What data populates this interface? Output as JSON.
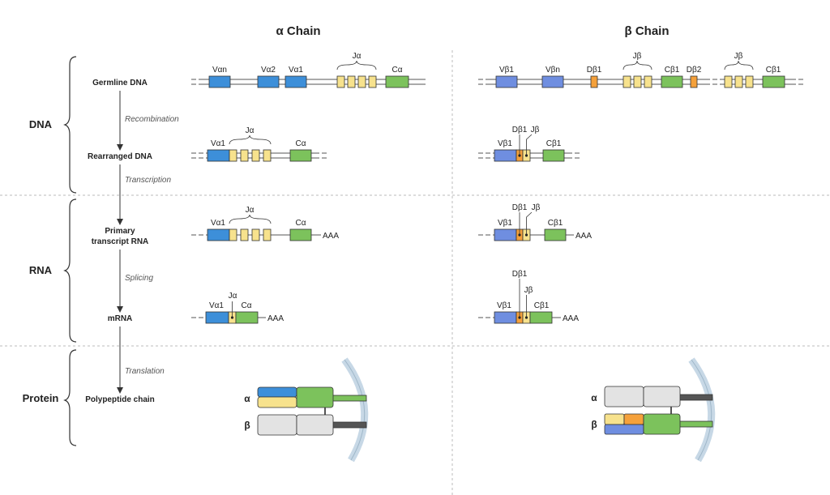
{
  "headers": {
    "alpha": "α Chain",
    "beta": "β Chain"
  },
  "sections": {
    "dna": "DNA",
    "rna": "RNA",
    "protein": "Protein"
  },
  "stages": {
    "germline": "Germline DNA",
    "rearranged": "Rearranged DNA",
    "primary_1": "Primary",
    "primary_2": "transcript RNA",
    "mrna": "mRNA",
    "polypeptide": "Polypeptide chain"
  },
  "processes": {
    "recombination": "Recombination",
    "transcription": "Transcription",
    "splicing": "Splicing",
    "translation": "Translation"
  },
  "segments": {
    "va_n": "Vαn",
    "va_2": "Vα2",
    "va_1": "Vα1",
    "ja": "Jα",
    "ca": "Cα",
    "vb_1": "Vβ1",
    "vb_n": "Vβn",
    "db_1": "Dβ1",
    "db_2": "Dβ2",
    "jb": "Jβ",
    "cb_1": "Cβ1",
    "poly_a": "AAA"
  },
  "protein_labels": {
    "alpha": "α",
    "beta": "β"
  },
  "colors": {
    "v_alpha": "#3d8fd9",
    "v_beta": "#6f8ee0",
    "j": "#f7e28d",
    "c": "#7cc25c",
    "d": "#f5a13b",
    "grey": "#e3e3e3",
    "dark_tail": "#555555",
    "membrane": "#c7d8e6"
  }
}
